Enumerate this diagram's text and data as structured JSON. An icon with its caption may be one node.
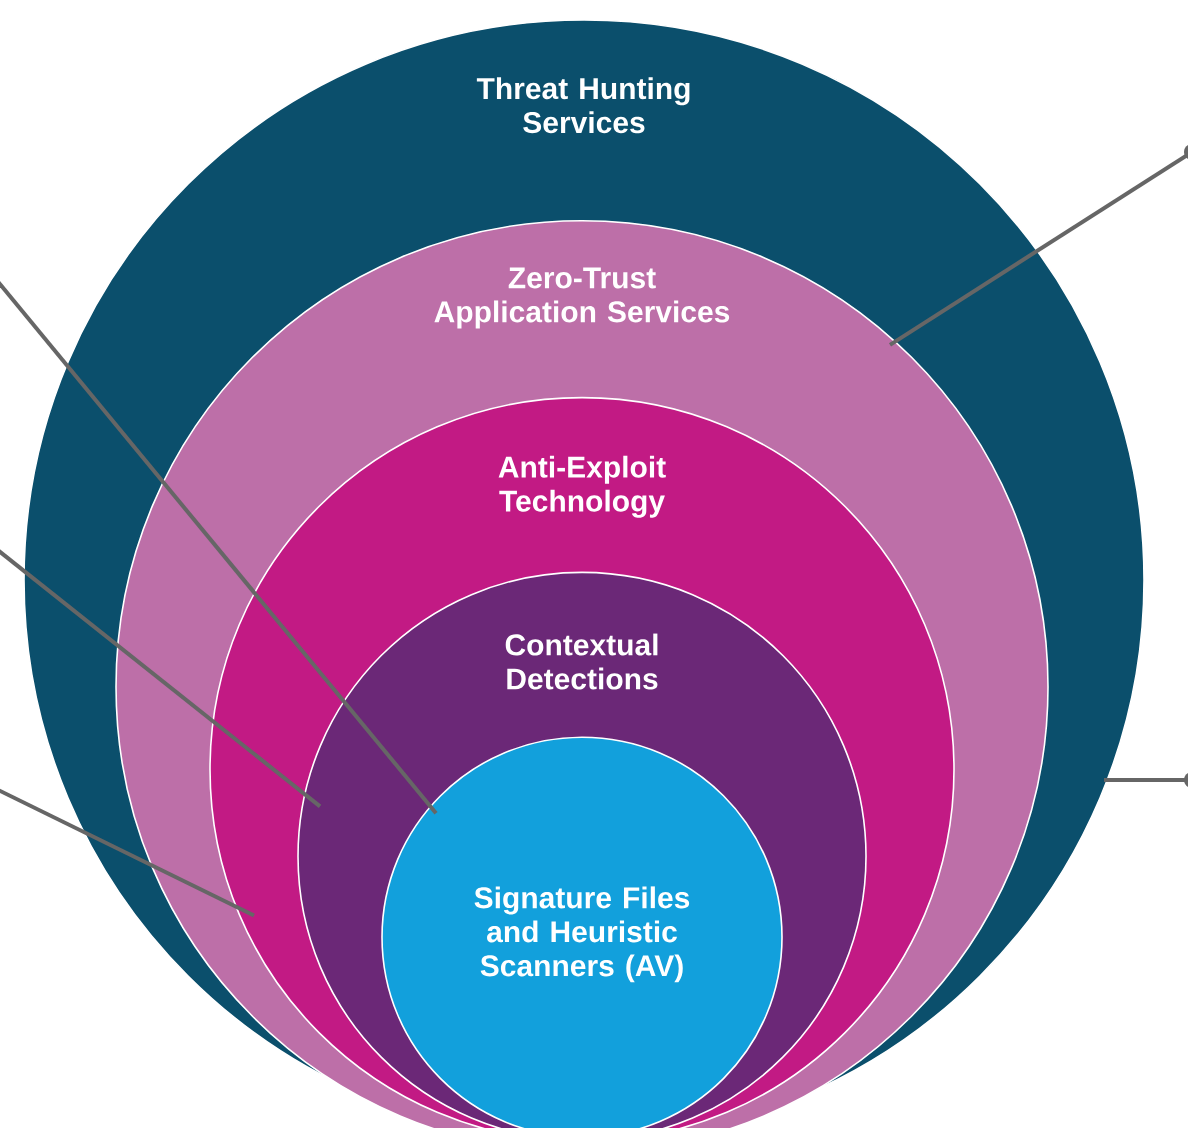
{
  "diagram": {
    "nodes": [
      {
        "text": [
          "Threat Hunting Services"
        ]
      },
      {
        "text": [
          "Zero-Trust Application Services"
        ],
        "in": 0
      },
      {
        "text": [
          "Anti-Exploit Technology"
        ],
        "in": 1
      },
      {
        "text": [
          "Contextual Detections"
        ],
        "in": 2
      },
      {
        "text": [
          "Signature Files and Heuristic Scanners (AV)"
        ],
        "in": 3
      }
    ],
    "edges": [
      {
        "from": null,
        "to": 4,
        "arrow": "none"
      },
      {
        "from": null,
        "to": 3,
        "arrow": "none"
      },
      {
        "from": null,
        "to": 2,
        "arrow": "none"
      },
      {
        "from": null,
        "to": 1,
        "arrow": "other"
      },
      {
        "from": null,
        "to": 0,
        "arrow": "other"
      }
    ]
  }
}
